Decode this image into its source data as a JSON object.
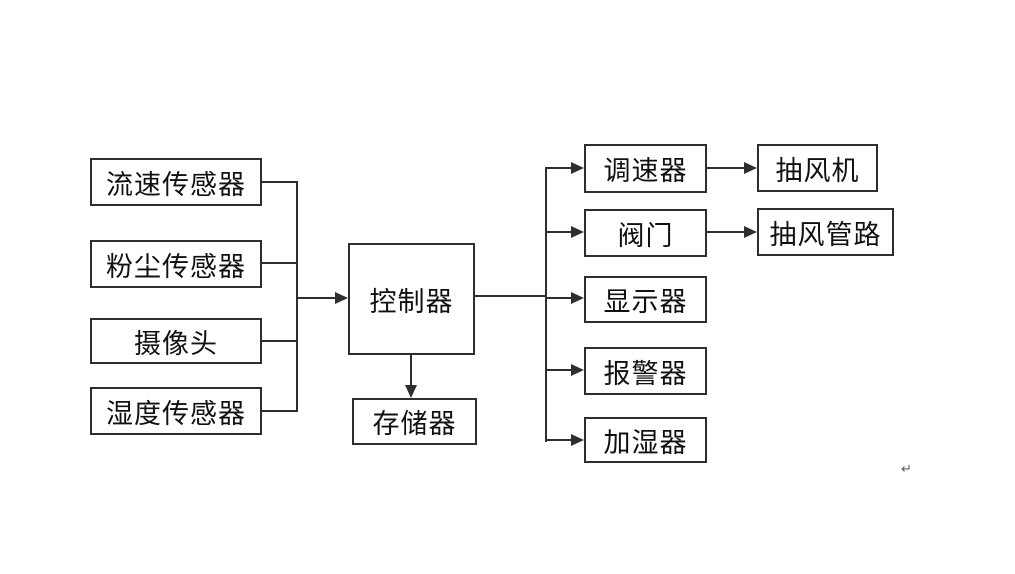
{
  "nodes": {
    "flow_sensor": {
      "label": "流速传感器"
    },
    "dust_sensor": {
      "label": "粉尘传感器"
    },
    "camera": {
      "label": "摄像头"
    },
    "humidity_sensor": {
      "label": "湿度传感器"
    },
    "controller": {
      "label": "控制器"
    },
    "storage": {
      "label": "存储器"
    },
    "speed_regulator": {
      "label": "调速器"
    },
    "valve": {
      "label": "阀门"
    },
    "display": {
      "label": "显示器"
    },
    "alarm": {
      "label": "报警器"
    },
    "humidifier": {
      "label": "加湿器"
    },
    "exhaust_fan": {
      "label": "抽风机"
    },
    "exhaust_duct": {
      "label": "抽风管路"
    }
  },
  "edges": [
    {
      "from": "flow_sensor",
      "to": "controller",
      "arrow": true
    },
    {
      "from": "dust_sensor",
      "to": "controller",
      "arrow": true
    },
    {
      "from": "camera",
      "to": "controller",
      "arrow": true
    },
    {
      "from": "humidity_sensor",
      "to": "controller",
      "arrow": true
    },
    {
      "from": "controller",
      "to": "storage",
      "arrow": true
    },
    {
      "from": "controller",
      "to": "speed_regulator",
      "arrow": true
    },
    {
      "from": "controller",
      "to": "valve",
      "arrow": true
    },
    {
      "from": "controller",
      "to": "display",
      "arrow": true
    },
    {
      "from": "controller",
      "to": "alarm",
      "arrow": true
    },
    {
      "from": "controller",
      "to": "humidifier",
      "arrow": true
    },
    {
      "from": "speed_regulator",
      "to": "exhaust_fan",
      "arrow": true
    },
    {
      "from": "valve",
      "to": "exhaust_duct",
      "arrow": true
    }
  ],
  "annotations": {
    "paragraph_mark": "↵"
  },
  "colors": {
    "background": "#ffffff",
    "line": "#2e2e2e",
    "text": "#111111"
  }
}
